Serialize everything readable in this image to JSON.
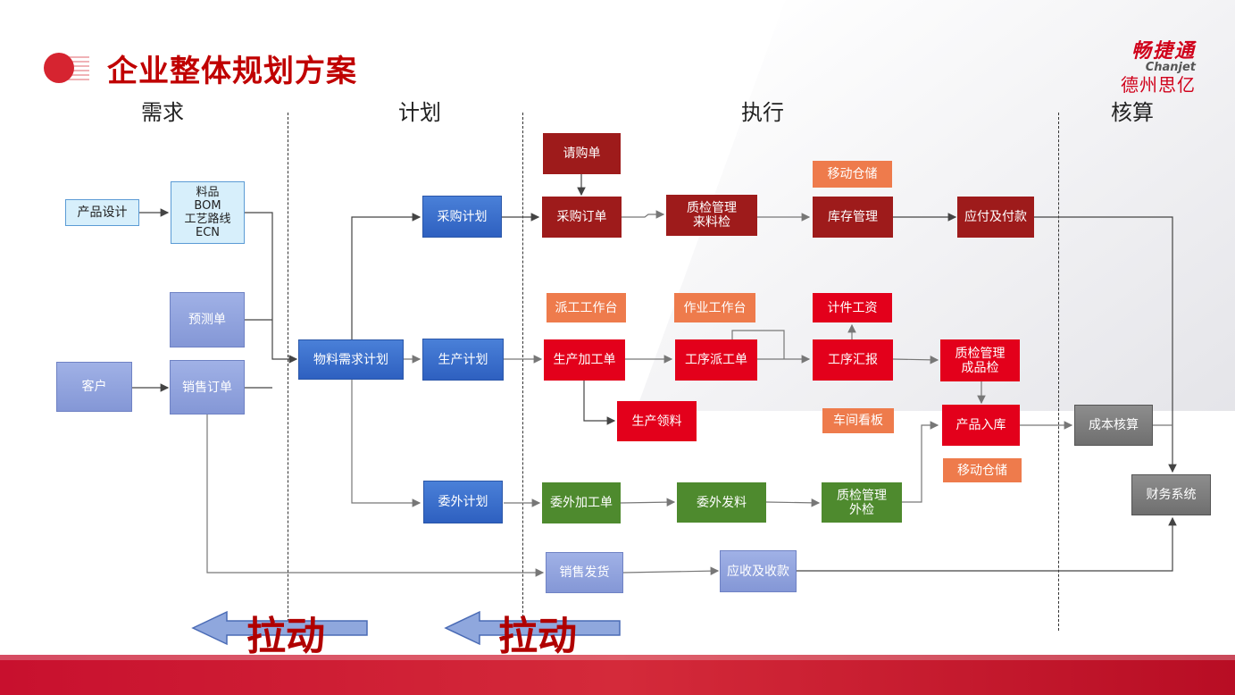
{
  "title": "企业整体规划方案",
  "logo": {
    "cn": "畅捷通",
    "en": "Chanjet",
    "company": "德州思亿"
  },
  "sections": {
    "demand": "需求",
    "plan": "计划",
    "execute": "执行",
    "account": "核算"
  },
  "nodes": {
    "product_design": "产品设计",
    "bom": "料品\nBOM\n工艺路线\nECN",
    "forecast": "预测单",
    "customer": "客户",
    "sales_order": "销售订单",
    "mrp": "物料需求计划",
    "purchase_plan": "采购计划",
    "production_plan": "生产计划",
    "outsource_plan": "委外计划",
    "purchase_request": "请购单",
    "purchase_order": "采购订单",
    "qc_incoming": "质检管理\n来料检",
    "mobile_storage_1": "移动仓储",
    "inventory": "库存管理",
    "payables": "应付及付款",
    "dispatch_station": "派工工作台",
    "work_station": "作业工作台",
    "piece_wage": "计件工资",
    "work_order": "生产加工单",
    "process_dispatch": "工序派工单",
    "process_report": "工序汇报",
    "qc_finished": "质检管理\n成品检",
    "material_issue": "生产领料",
    "workshop_board": "车间看板",
    "product_receipt": "产品入库",
    "mobile_storage_2": "移动仓储",
    "cost_accounting": "成本核算",
    "finance_system": "财务系统",
    "outsource_order": "委外加工单",
    "outsource_issue": "委外发料",
    "qc_external": "质检管理\n外检",
    "sales_delivery": "销售发货",
    "receivables": "应收及收款"
  },
  "pull_labels": [
    "拉动",
    "拉动"
  ],
  "colors": {
    "title_red": "#c00000",
    "footer_red": "#c8102e"
  }
}
